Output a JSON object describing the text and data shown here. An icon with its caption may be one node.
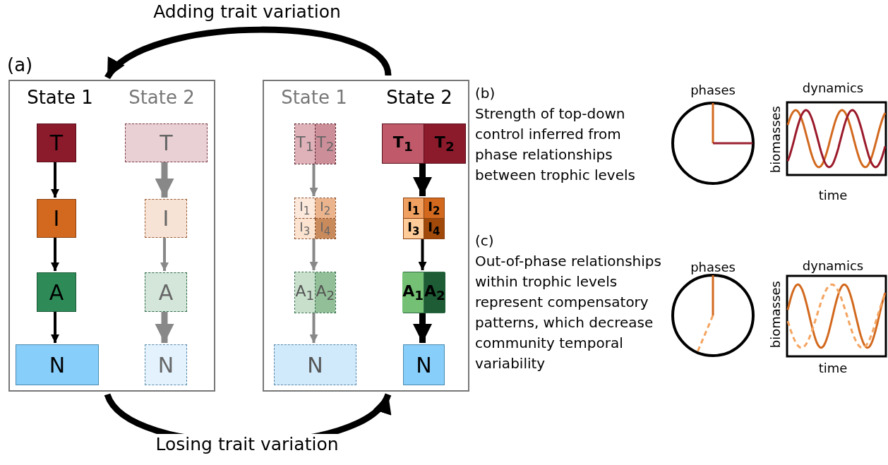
{
  "diagram": {
    "nodes": [
      {
        "text": [
          "State 1",
          "State 2"
        ]
      },
      {
        "text": [
          "T"
        ],
        "in": 0
      },
      {
        "text": [
          "I"
        ],
        "in": 0
      },
      {
        "text": [
          "A"
        ],
        "in": 0
      },
      {
        "text": [
          "N"
        ],
        "in": 0
      },
      {
        "text": [
          "T"
        ],
        "in": 0
      },
      {
        "text": [
          "I"
        ],
        "in": 0
      },
      {
        "text": [
          "A"
        ],
        "in": 0
      },
      {
        "text": [
          "N"
        ],
        "in": 0
      },
      {
        "text": [
          "State 1",
          "State 2"
        ]
      },
      {
        "text": [
          "T$_{1}$",
          "T$_{2}$"
        ],
        "in": 9
      },
      {
        "text": [
          "I$_{1}$",
          "I$_{2}$",
          "I$_{3}$",
          "I$_{4}$"
        ],
        "in": 9
      },
      {
        "text": [
          "A$_{1}$",
          "A$_{2}$"
        ],
        "in": 9
      },
      {
        "text": [
          "N"
        ],
        "in": 9
      },
      {
        "text": [
          "T$_{1}$",
          "T$_{2}$"
        ],
        "in": 9
      },
      {
        "text": [
          "I$_{1}$",
          "I$_{2}$",
          "I$_{3}$",
          "I$_{4}$"
        ],
        "in": 9
      },
      {
        "text": [
          "A$_{1}$",
          "A$_{2}$"
        ],
        "in": 9
      },
      {
        "text": [
          "N"
        ],
        "in": 9
      }
    ],
    "edges": [
      {
        "from": 1,
        "to": 2,
        "arrow": "to"
      },
      {
        "from": 2,
        "to": 3,
        "arrow": "to"
      },
      {
        "from": 3,
        "to": 4,
        "arrow": "to"
      },
      {
        "from": 5,
        "to": 6,
        "arrow": "to",
        "style": "thick",
        "color": "#888888"
      },
      {
        "from": 6,
        "to": 7,
        "arrow": "to",
        "color": "#888888"
      },
      {
        "from": 7,
        "to": 8,
        "arrow": "to",
        "style": "thick",
        "color": "#888888"
      },
      {
        "from": 10,
        "to": 11,
        "arrow": "to",
        "color": "#888888"
      },
      {
        "from": 11,
        "to": 12,
        "arrow": "to",
        "color": "#888888"
      },
      {
        "from": 12,
        "to": 13,
        "arrow": "to",
        "color": "#888888"
      },
      {
        "from": 14,
        "to": 15,
        "arrow": "to",
        "style": "thick"
      },
      {
        "from": 15,
        "to": 16,
        "arrow": "to"
      },
      {
        "from": 16,
        "to": 17,
        "arrow": "to",
        "style": "thick"
      },
      {
        "from": 9,
        "to": 0,
        "arrow": "to",
        "label": "Adding trait variation",
        "style": "thick"
      },
      {
        "from": 0,
        "to": 9,
        "arrow": "to",
        "label": "Losing trait variation",
        "style": "thick"
      }
    ],
    "labels": [
      "(a)",
      "(b)",
      "Strength of top-down control inferred from phase relationships between trophic levels",
      "phases",
      "dynamics",
      "biomasses",
      "time",
      "(c)",
      "Out-of-phase relationships within trophic levels represent compensatory patterns, which decrease community temporal variability",
      "phases",
      "dynamics",
      "biomasses",
      "time"
    ]
  }
}
